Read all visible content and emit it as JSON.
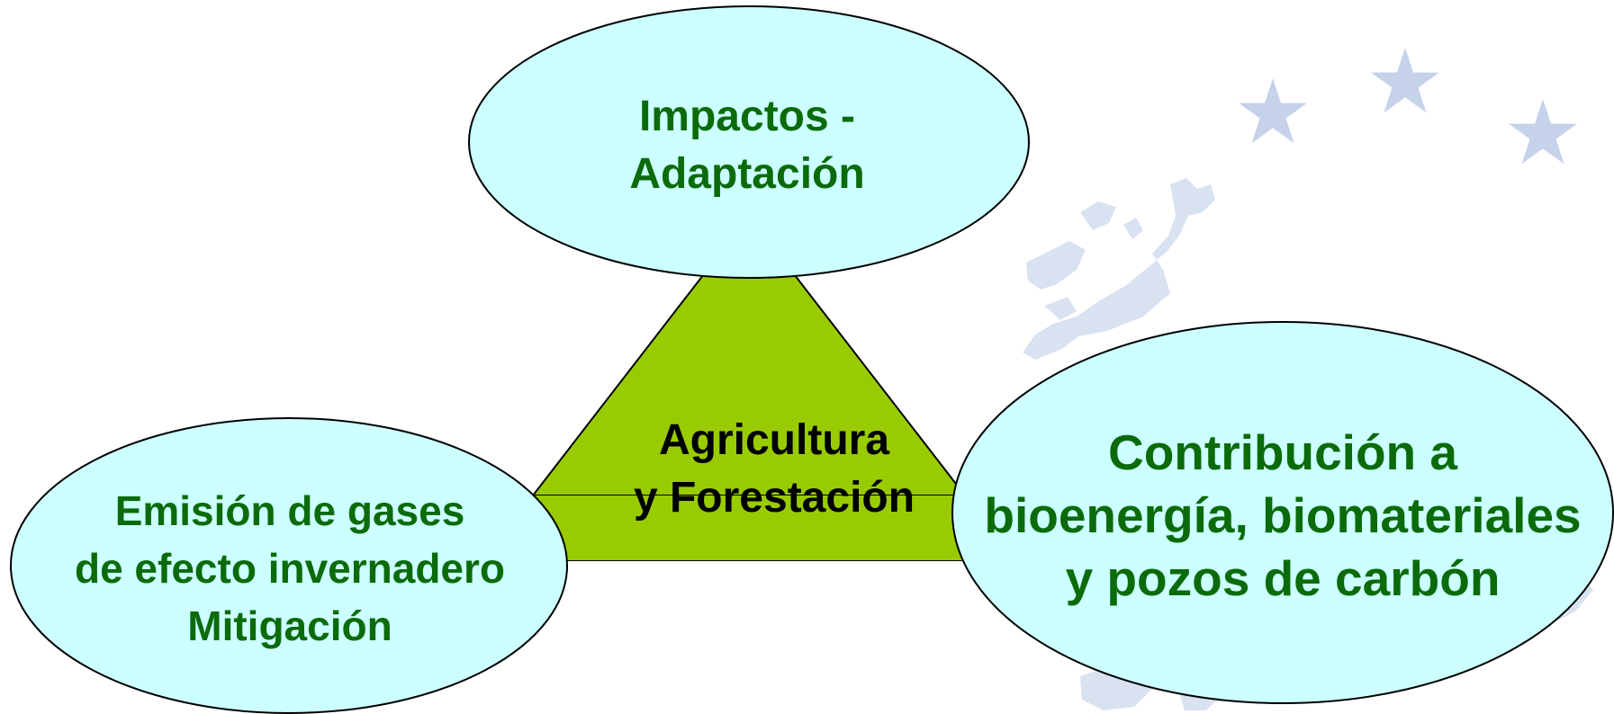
{
  "diagram": {
    "center": {
      "lines": [
        "Agricultura",
        "y Forestación"
      ]
    },
    "top_node": {
      "lines": [
        "Impactos -",
        "Adaptación"
      ]
    },
    "left_node": {
      "lines": [
        "Emisión de gases",
        "de efecto invernadero",
        "Mitigación"
      ]
    },
    "right_node": {
      "lines": [
        "Contribución a",
        "bioenergía, biomateriales",
        "y pozos de carbón"
      ]
    }
  },
  "colors": {
    "ellipse_fill": "#ccffff",
    "ellipse_stroke": "#000000",
    "triangle_fill": "#99cc00",
    "node_text": "#0b6b0b",
    "center_text": "#000000",
    "watermark_stars": "#c5d2ea",
    "watermark_map": "#d9e2f1"
  },
  "background_decoration": {
    "type": "europe-watermark",
    "icons": [
      "star-icon",
      "star-icon",
      "star-icon",
      "europe-map-icon"
    ]
  }
}
